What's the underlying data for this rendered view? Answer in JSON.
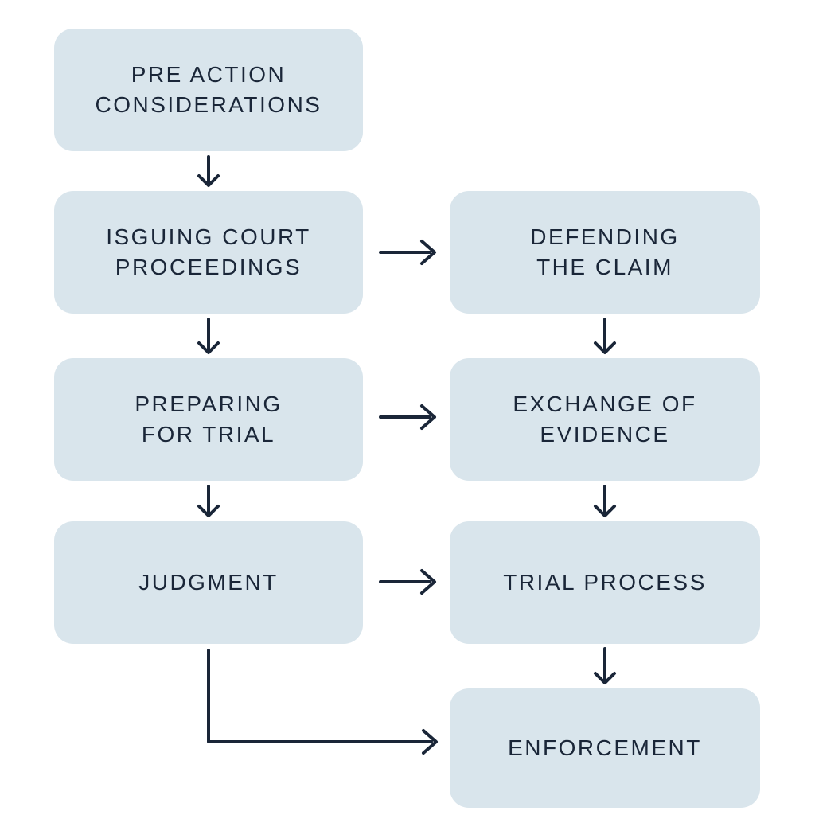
{
  "diagram": {
    "type": "flowchart",
    "colors": {
      "background": "#ffffff",
      "box_fill": "#d9e5ec",
      "text": "#1a2638",
      "arrow": "#1a2638"
    },
    "nodes": [
      {
        "id": "pre-action-considerations",
        "label": "PRE ACTION\nCONSIDERATIONS"
      },
      {
        "id": "isguing-court-proceedings",
        "label": "ISGUING COURT\nPROCEEDINGS"
      },
      {
        "id": "defending-the-claim",
        "label": "DEFENDING\nTHE CLAIM"
      },
      {
        "id": "preparing-for-trial",
        "label": "PREPARING\nFOR TRIAL"
      },
      {
        "id": "exchange-of-evidence",
        "label": "EXCHANGE OF\nEVIDENCE"
      },
      {
        "id": "judgment",
        "label": "JUDGMENT"
      },
      {
        "id": "trial-process",
        "label": "TRIAL PROCESS"
      },
      {
        "id": "enforcement",
        "label": "ENFORCEMENT"
      }
    ],
    "edges": [
      {
        "from": "pre-action-considerations",
        "to": "isguing-court-proceedings",
        "direction": "down"
      },
      {
        "from": "isguing-court-proceedings",
        "to": "defending-the-claim",
        "direction": "right"
      },
      {
        "from": "isguing-court-proceedings",
        "to": "preparing-for-trial",
        "direction": "down"
      },
      {
        "from": "defending-the-claim",
        "to": "exchange-of-evidence",
        "direction": "down"
      },
      {
        "from": "preparing-for-trial",
        "to": "exchange-of-evidence",
        "direction": "right"
      },
      {
        "from": "preparing-for-trial",
        "to": "judgment",
        "direction": "down"
      },
      {
        "from": "exchange-of-evidence",
        "to": "trial-process",
        "direction": "down"
      },
      {
        "from": "judgment",
        "to": "trial-process",
        "direction": "right"
      },
      {
        "from": "trial-process",
        "to": "enforcement",
        "direction": "down"
      },
      {
        "from": "judgment",
        "to": "enforcement",
        "direction": "down-then-right"
      }
    ]
  }
}
